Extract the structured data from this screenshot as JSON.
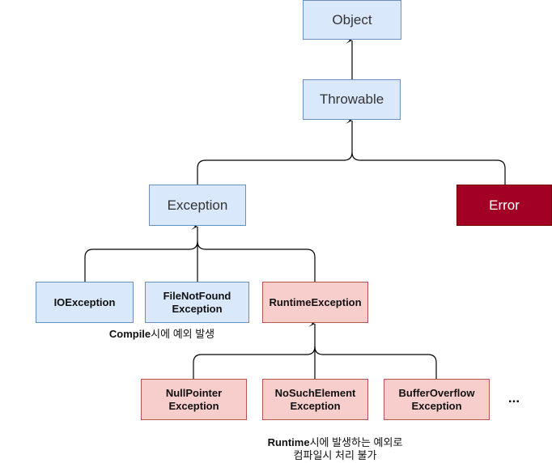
{
  "nodes": {
    "object": "Object",
    "throwable": "Throwable",
    "exception": "Exception",
    "error": "Error",
    "io_exception": "IOException",
    "file_not_found_line1": "FileNotFound",
    "file_not_found_line2": "Exception",
    "runtime_exception": "RuntimeException",
    "null_pointer_line1": "NullPointer",
    "null_pointer_line2": "Exception",
    "no_such_element_line1": "NoSuchElement",
    "no_such_element_line2": "Exception",
    "buffer_overflow_line1": "BufferOverflow",
    "buffer_overflow_line2": "Exception",
    "more": "..."
  },
  "notes": {
    "compile_bold": "Compile",
    "compile_rest": "시에 예외 발생",
    "runtime_bold": "Runtime",
    "runtime_rest": "시에 발생하는 예외로",
    "runtime_line2": "컴파일시 처리 불가"
  },
  "colors": {
    "checked_fill": "#dae8fc",
    "checked_border": "#6c8ebf",
    "unchecked_fill": "#f8cecc",
    "unchecked_border": "#b85450",
    "error_fill": "#a20025",
    "edge": "#000000"
  }
}
